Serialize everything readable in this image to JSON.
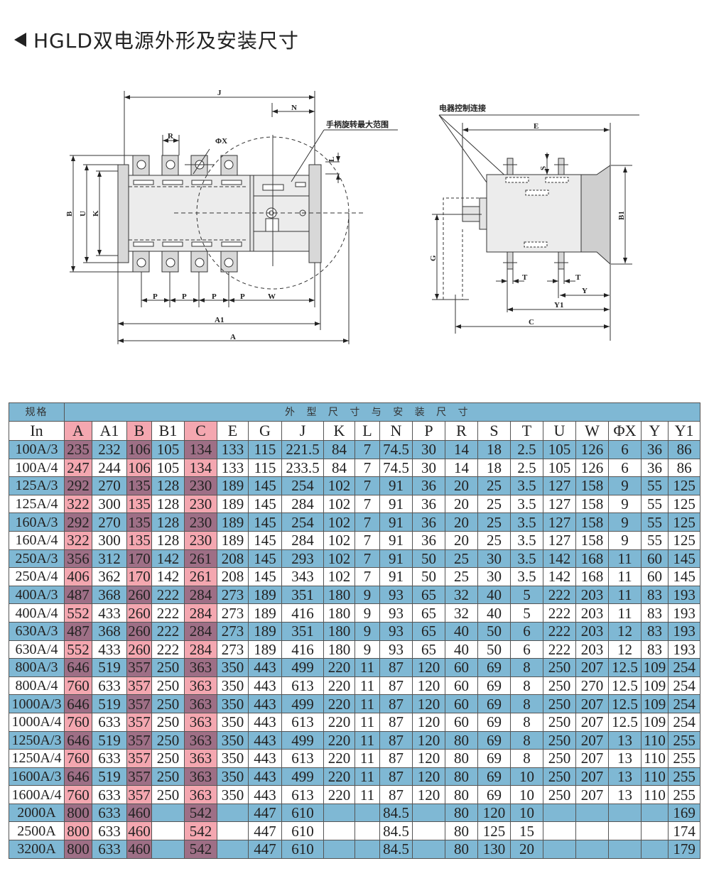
{
  "title": "HGLD双电源外形及安装尺寸",
  "drawings": {
    "front": {
      "handle_range_label": "手柄旋转最大范围",
      "dims": {
        "J": "J",
        "N": "N",
        "R": "R",
        "X": "ΦX",
        "L": "L",
        "B": "B",
        "U": "U",
        "K": "K",
        "P": "P",
        "W": "W",
        "A1": "A1",
        "A": "A"
      }
    },
    "side": {
      "control_label": "电器控制连接",
      "dims": {
        "E": "E",
        "S": "S",
        "B1": "B1",
        "G": "G",
        "T": "T",
        "Y": "Y",
        "Y1": "Y1",
        "C": "C"
      }
    }
  },
  "colors": {
    "blue": "#7fb8d4",
    "pink": "#f4a7b0",
    "purple": "#9e6f86"
  },
  "table": {
    "spec_header": "规格",
    "group_header": "外 型 尺 寸 与 安 装 尺 寸",
    "columns": [
      "In",
      "A",
      "A1",
      "B",
      "B1",
      "C",
      "E",
      "G",
      "J",
      "K",
      "L",
      "N",
      "P",
      "R",
      "S",
      "T",
      "U",
      "W",
      "ΦX",
      "Y",
      "Y1"
    ],
    "highlight_columns": [
      "A",
      "B",
      "C"
    ],
    "rows": [
      [
        "100A/3",
        "235",
        "232",
        "106",
        "105",
        "134",
        "133",
        "115",
        "221.5",
        "84",
        "7",
        "74.5",
        "30",
        "14",
        "18",
        "2.5",
        "105",
        "126",
        "6",
        "36",
        "86"
      ],
      [
        "100A/4",
        "247",
        "244",
        "106",
        "105",
        "134",
        "133",
        "115",
        "233.5",
        "84",
        "7",
        "74.5",
        "30",
        "14",
        "18",
        "2.5",
        "105",
        "126",
        "6",
        "36",
        "86"
      ],
      [
        "125A/3",
        "292",
        "270",
        "135",
        "128",
        "230",
        "189",
        "145",
        "254",
        "102",
        "7",
        "91",
        "36",
        "20",
        "25",
        "3.5",
        "127",
        "158",
        "9",
        "55",
        "125"
      ],
      [
        "125A/4",
        "322",
        "300",
        "135",
        "128",
        "230",
        "189",
        "145",
        "284",
        "102",
        "7",
        "91",
        "36",
        "20",
        "25",
        "3.5",
        "127",
        "158",
        "9",
        "55",
        "125"
      ],
      [
        "160A/3",
        "292",
        "270",
        "135",
        "128",
        "230",
        "189",
        "145",
        "254",
        "102",
        "7",
        "91",
        "36",
        "20",
        "25",
        "3.5",
        "127",
        "158",
        "9",
        "55",
        "125"
      ],
      [
        "160A/4",
        "322",
        "300",
        "135",
        "128",
        "230",
        "189",
        "145",
        "284",
        "102",
        "7",
        "91",
        "36",
        "20",
        "25",
        "3.5",
        "127",
        "158",
        "9",
        "55",
        "125"
      ],
      [
        "250A/3",
        "356",
        "312",
        "170",
        "142",
        "261",
        "208",
        "145",
        "293",
        "102",
        "7",
        "91",
        "50",
        "25",
        "30",
        "3.5",
        "142",
        "168",
        "11",
        "60",
        "145"
      ],
      [
        "250A/4",
        "406",
        "362",
        "170",
        "142",
        "261",
        "208",
        "145",
        "343",
        "102",
        "7",
        "91",
        "50",
        "25",
        "30",
        "3.5",
        "142",
        "168",
        "11",
        "60",
        "145"
      ],
      [
        "400A/3",
        "487",
        "368",
        "260",
        "222",
        "284",
        "273",
        "189",
        "351",
        "180",
        "9",
        "93",
        "65",
        "32",
        "40",
        "5",
        "222",
        "203",
        "11",
        "83",
        "193"
      ],
      [
        "400A/4",
        "552",
        "433",
        "260",
        "222",
        "284",
        "273",
        "189",
        "416",
        "180",
        "9",
        "93",
        "65",
        "32",
        "40",
        "5",
        "222",
        "203",
        "11",
        "83",
        "193"
      ],
      [
        "630A/3",
        "487",
        "368",
        "260",
        "222",
        "284",
        "273",
        "189",
        "351",
        "180",
        "9",
        "93",
        "65",
        "40",
        "50",
        "6",
        "222",
        "203",
        "12",
        "83",
        "193"
      ],
      [
        "630A/4",
        "552",
        "433",
        "260",
        "222",
        "284",
        "273",
        "189",
        "416",
        "180",
        "9",
        "93",
        "65",
        "40",
        "50",
        "6",
        "222",
        "203",
        "12",
        "83",
        "193"
      ],
      [
        "800A/3",
        "646",
        "519",
        "357",
        "250",
        "363",
        "350",
        "443",
        "499",
        "220",
        "11",
        "87",
        "120",
        "60",
        "69",
        "8",
        "250",
        "207",
        "12.5",
        "109",
        "254"
      ],
      [
        "800A/4",
        "760",
        "633",
        "357",
        "250",
        "363",
        "350",
        "443",
        "613",
        "220",
        "11",
        "87",
        "120",
        "60",
        "69",
        "8",
        "250",
        "270",
        "12.5",
        "109",
        "254"
      ],
      [
        "1000A/3",
        "646",
        "519",
        "357",
        "250",
        "363",
        "350",
        "443",
        "499",
        "220",
        "11",
        "87",
        "120",
        "60",
        "69",
        "8",
        "250",
        "207",
        "12.5",
        "109",
        "254"
      ],
      [
        "1000A/4",
        "760",
        "633",
        "357",
        "250",
        "363",
        "350",
        "443",
        "613",
        "220",
        "11",
        "87",
        "120",
        "60",
        "69",
        "8",
        "250",
        "207",
        "12.5",
        "109",
        "254"
      ],
      [
        "1250A/3",
        "646",
        "519",
        "357",
        "250",
        "363",
        "350",
        "443",
        "499",
        "220",
        "11",
        "87",
        "120",
        "80",
        "69",
        "8",
        "250",
        "207",
        "13",
        "110",
        "255"
      ],
      [
        "1250A/4",
        "760",
        "633",
        "357",
        "250",
        "363",
        "350",
        "443",
        "613",
        "220",
        "11",
        "87",
        "120",
        "80",
        "69",
        "8",
        "250",
        "207",
        "13",
        "110",
        "255"
      ],
      [
        "1600A/3",
        "646",
        "519",
        "357",
        "250",
        "363",
        "350",
        "443",
        "499",
        "220",
        "11",
        "87",
        "120",
        "80",
        "69",
        "10",
        "250",
        "207",
        "13",
        "110",
        "255"
      ],
      [
        "1600A/4",
        "760",
        "633",
        "357",
        "250",
        "363",
        "350",
        "443",
        "613",
        "220",
        "11",
        "87",
        "120",
        "80",
        "69",
        "10",
        "250",
        "207",
        "13",
        "110",
        "255"
      ],
      [
        "2000A",
        "800",
        "633",
        "460",
        "",
        "542",
        "",
        "447",
        "610",
        "",
        "",
        "84.5",
        "",
        "80",
        "120",
        "10",
        "",
        "",
        "",
        "",
        "169"
      ],
      [
        "2500A",
        "800",
        "633",
        "460",
        "",
        "542",
        "",
        "447",
        "610",
        "",
        "",
        "84.5",
        "",
        "80",
        "125",
        "15",
        "",
        "",
        "",
        "",
        "174"
      ],
      [
        "3200A",
        "800",
        "633",
        "460",
        "",
        "542",
        "",
        "447",
        "610",
        "",
        "",
        "84.5",
        "",
        "80",
        "130",
        "20",
        "",
        "",
        "",
        "",
        "179"
      ]
    ]
  }
}
